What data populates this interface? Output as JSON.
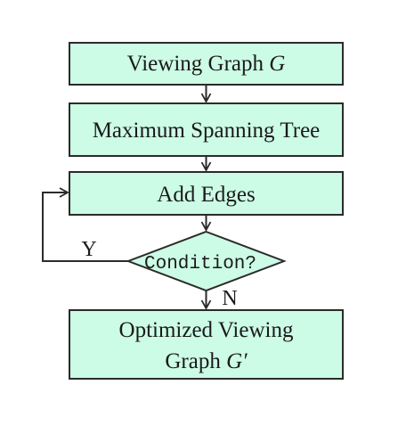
{
  "diagram": {
    "type": "flowchart",
    "fill_color": "#ccfbe6",
    "stroke_color": "#2b2b2b",
    "nodes": {
      "viewing_graph": {
        "text": "Viewing Graph ",
        "var": "G"
      },
      "max_spanning_tree": {
        "text": "Maximum Spanning Tree"
      },
      "add_edges": {
        "text": "Add Edges"
      },
      "condition": {
        "text": "Condition?"
      },
      "optimized_line1": {
        "text": "Optimized Viewing"
      },
      "optimized_line2": {
        "text": "Graph ",
        "var": "G′"
      }
    },
    "branches": {
      "yes_label": "Y",
      "no_label": "N"
    }
  }
}
